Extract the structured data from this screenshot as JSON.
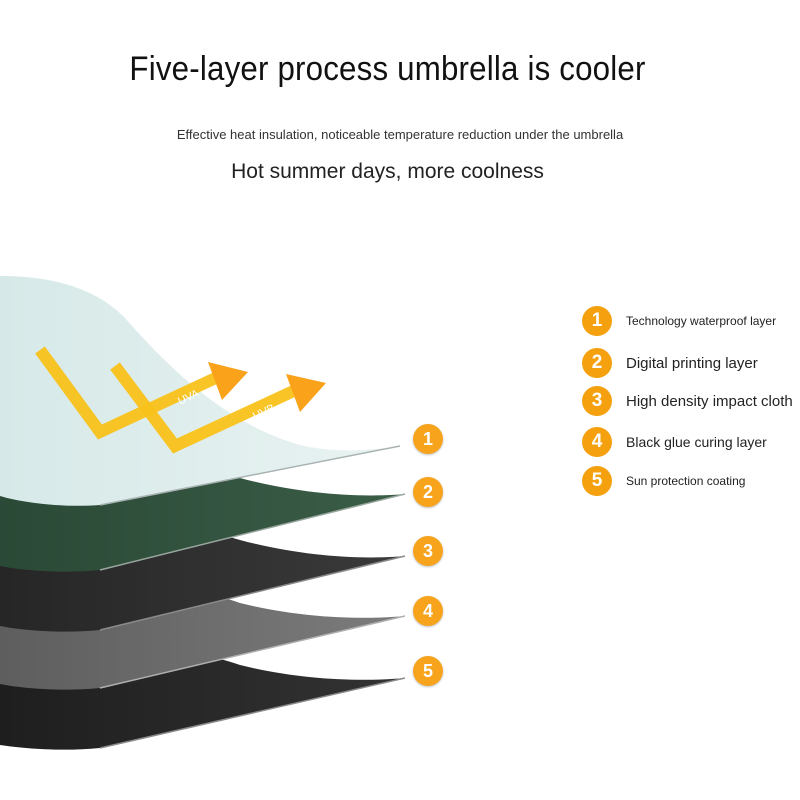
{
  "header": {
    "title": "Five-layer process umbrella is cooler",
    "subtitle": "Effective heat insulation, noticeable temperature reduction under the umbrella",
    "tagline": "Hot summer days, more coolness"
  },
  "rays": [
    {
      "label": "UVA",
      "icon": "uva-arrow-icon"
    },
    {
      "label": "UVB",
      "icon": "uvb-arrow-icon"
    }
  ],
  "layer_callouts": [
    "1",
    "2",
    "3",
    "4",
    "5"
  ],
  "legend": {
    "items": [
      {
        "number": "1",
        "label": "Technology waterproof layer"
      },
      {
        "number": "2",
        "label": "Digital printing layer"
      },
      {
        "number": "3",
        "label": "High density impact cloth"
      },
      {
        "number": "4",
        "label": "Black glue curing layer"
      },
      {
        "number": "5",
        "label": "Sun protection coating"
      }
    ]
  },
  "colors": {
    "accent_orange": "#f5a00f",
    "ray_yellow": "#f9c21a",
    "layer1": "#dfeeed",
    "layer2": "#2f4f3b",
    "layer3": "#2b2b2b",
    "layer4": "#6c6c6c",
    "layer5": "#262626"
  }
}
